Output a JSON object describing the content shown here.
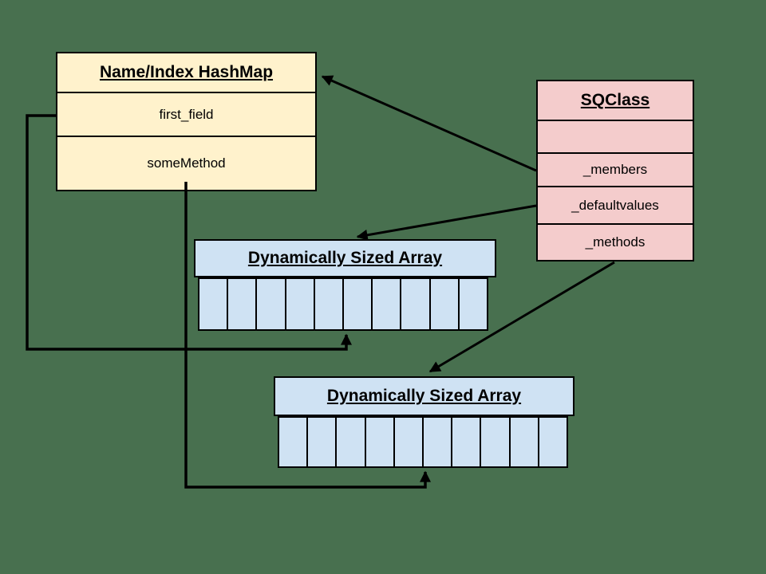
{
  "canvas": {
    "background": "#48704F"
  },
  "colors": {
    "border": "#000000",
    "hashmap_fill": "#FFF2CC",
    "sqclass_fill": "#F4CCCC",
    "array_fill": "#CFE2F3",
    "connector": "#000000"
  },
  "hashmap": {
    "title": "Name/Index HashMap",
    "field": "first_field",
    "method": "someMethod"
  },
  "sqclass": {
    "title": "SQClass",
    "row_empty": "",
    "row_members": "_members",
    "row_defaultvalues": "_defaultvalues",
    "row_methods": "_methods"
  },
  "arrays": [
    {
      "title": "Dynamically Sized Array",
      "cell_count": 10
    },
    {
      "title": "Dynamically Sized Array",
      "cell_count": 10
    }
  ],
  "connectors": [
    {
      "from": "SQClass _members",
      "to": "Name/Index HashMap"
    },
    {
      "from": "SQClass _defaultvalues",
      "to": "Dynamically Sized Array (upper)"
    },
    {
      "from": "SQClass _methods",
      "to": "Dynamically Sized Array (lower)"
    },
    {
      "from": "first_field",
      "to": "Dynamically Sized Array (upper, bottom edge)"
    },
    {
      "from": "someMethod",
      "to": "Dynamically Sized Array (lower, bottom edge)"
    }
  ]
}
